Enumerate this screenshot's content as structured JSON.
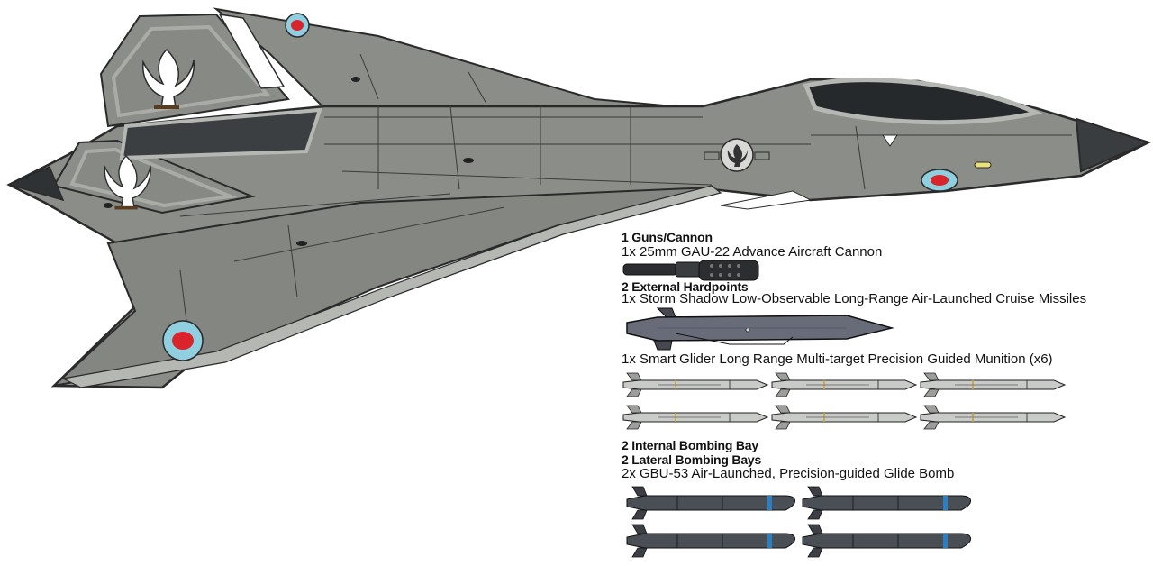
{
  "loadout": {
    "guns_header": "1 Guns/Cannon",
    "gun_line": "1x 25mm GAU-22 Advance Aircraft Cannon",
    "hardpoints_header": "2 External Hardpoints",
    "cruise_missile_line": "1x Storm Shadow Low-Observable Long-Range Air-Launched Cruise Missiles",
    "glider_line": "1x Smart Glider Long Range Multi-target Precision Guided Munition (x6)",
    "internal_bay_header": "2 Internal Bombing Bay",
    "lateral_bay_header": "2 Lateral Bombing Bays",
    "bomb_line": "2x GBU-53 Air-Launched, Precision-guided Glide Bomb"
  },
  "counts": {
    "gliders": 6,
    "bombs": 4
  },
  "colors": {
    "hull": "#8a8d88",
    "hull_dark": "#6f726e",
    "edge": "#b5b7b3",
    "outline": "#2a2a2a",
    "canopy": "#25292c",
    "roundel_outer": "#8fcfe0",
    "roundel_inner": "#d9242b",
    "bomb_band": "#2c7fc0",
    "bomb_body": "#4a4f55",
    "glider_body": "#c9cbc8",
    "missile_body": "#686c79"
  },
  "icons": [
    "eagle-emblem-icon",
    "roundel-icon",
    "cannon-icon",
    "cruise-missile-icon",
    "glider-munition-icon",
    "glide-bomb-icon"
  ]
}
